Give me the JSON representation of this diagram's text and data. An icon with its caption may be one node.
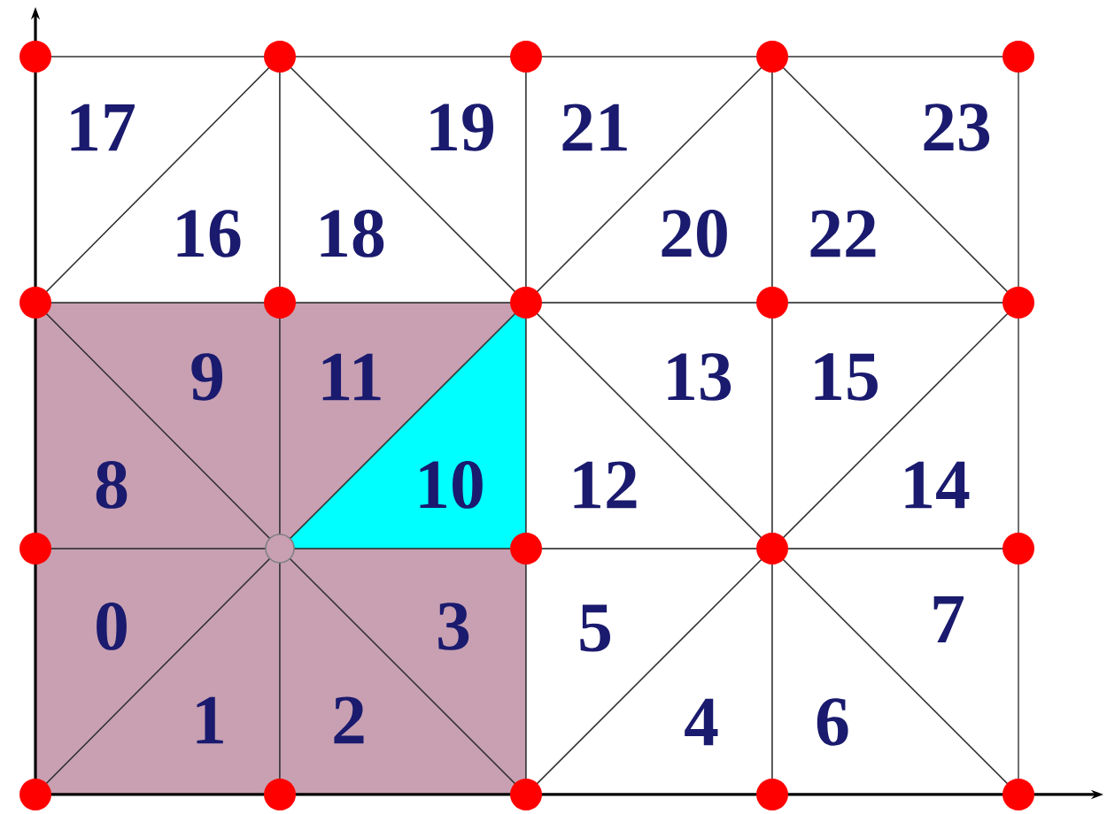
{
  "diagram": {
    "nodes": [
      {
        "text": [
          "0"
        ]
      },
      {
        "text": [
          "1"
        ]
      },
      {
        "text": [
          "2"
        ]
      },
      {
        "text": [
          "3"
        ]
      },
      {
        "text": [
          "4"
        ]
      },
      {
        "text": [
          "5"
        ]
      },
      {
        "text": [
          "6"
        ]
      },
      {
        "text": [
          "7"
        ]
      },
      {
        "text": [
          "8"
        ]
      },
      {
        "text": [
          "9"
        ]
      },
      {
        "text": [
          "10"
        ]
      },
      {
        "text": [
          "11"
        ]
      },
      {
        "text": [
          "12"
        ]
      },
      {
        "text": [
          "13"
        ]
      },
      {
        "text": [
          "14"
        ]
      },
      {
        "text": [
          "15"
        ]
      },
      {
        "text": [
          "16"
        ]
      },
      {
        "text": [
          "17"
        ]
      },
      {
        "text": [
          "18"
        ]
      },
      {
        "text": [
          "19"
        ]
      },
      {
        "text": [
          "20"
        ]
      },
      {
        "text": [
          "21"
        ]
      },
      {
        "text": [
          "22"
        ]
      },
      {
        "text": [
          "23"
        ]
      }
    ]
  }
}
